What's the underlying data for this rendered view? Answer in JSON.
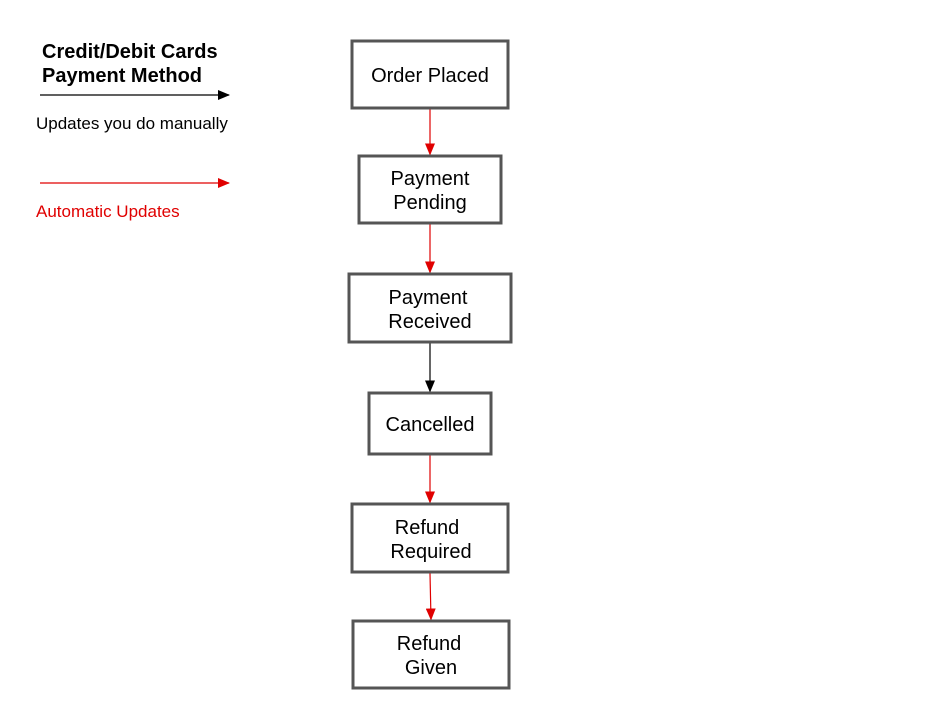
{
  "legend": {
    "title_line1": "Credit/Debit Cards",
    "title_line2": "Payment Method",
    "manual_label": "Updates you do manually",
    "automatic_label": "Automatic Updates"
  },
  "colors": {
    "manual": "#000000",
    "automatic": "#e00000",
    "box_border": "#555555"
  },
  "nodes": [
    {
      "id": "order-placed",
      "line1": "Order Placed",
      "line2": ""
    },
    {
      "id": "payment-pending",
      "line1": "Payment",
      "line2": "Pending"
    },
    {
      "id": "payment-received",
      "line1": "Payment",
      "line2": "Received"
    },
    {
      "id": "cancelled",
      "line1": "Cancelled",
      "line2": ""
    },
    {
      "id": "refund-required",
      "line1": "Refund",
      "line2": "Required"
    },
    {
      "id": "refund-given",
      "line1": "Refund",
      "line2": "Given"
    }
  ],
  "edges": [
    {
      "from": "order-placed",
      "to": "payment-pending",
      "kind": "automatic"
    },
    {
      "from": "payment-pending",
      "to": "payment-received",
      "kind": "automatic"
    },
    {
      "from": "payment-received",
      "to": "cancelled",
      "kind": "manual"
    },
    {
      "from": "cancelled",
      "to": "refund-required",
      "kind": "automatic"
    },
    {
      "from": "refund-required",
      "to": "refund-given",
      "kind": "automatic"
    }
  ]
}
